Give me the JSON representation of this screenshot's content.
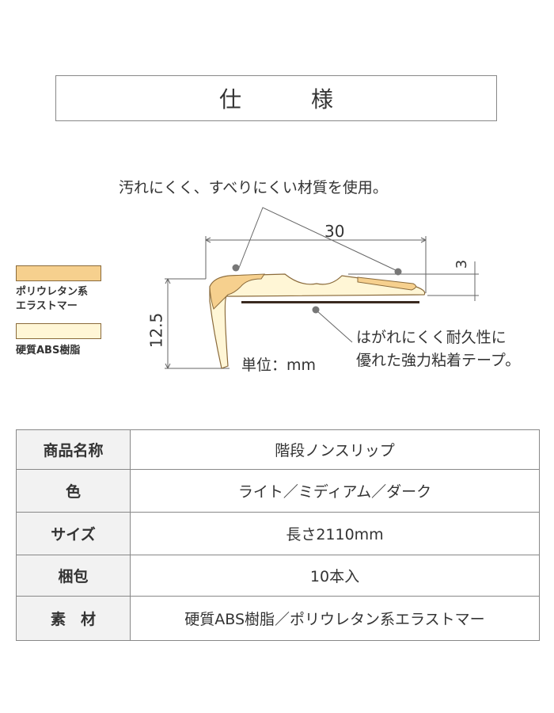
{
  "title": "仕　様",
  "diagram": {
    "material_note": "汚れにくく、すべりにくい材質を使用。",
    "tape_note_line1": "はがれにくく耐久性に",
    "tape_note_line2": "優れた強力粘着テープ。",
    "dim_width": "30",
    "dim_thickness": "3",
    "dim_height": "12.5",
    "unit": "単位：mm",
    "legend": [
      {
        "label_line1": "ポリウレタン系",
        "label_line2": "エラストマー",
        "color": "#f6d08e"
      },
      {
        "label_line1": "硬質ABS樹脂",
        "label_line2": "",
        "color": "#fff6d6"
      }
    ]
  },
  "spec_table": [
    {
      "header": "商品名称",
      "value": "階段ノンスリップ"
    },
    {
      "header": "色",
      "value": "ライト／ミディアム／ダーク"
    },
    {
      "header": "サイズ",
      "value": "長さ2110mm"
    },
    {
      "header": "梱包",
      "value": "10本入"
    },
    {
      "header": "素　材",
      "value": "硬質ABS樹脂／ポリウレタン系エラストマー"
    }
  ]
}
